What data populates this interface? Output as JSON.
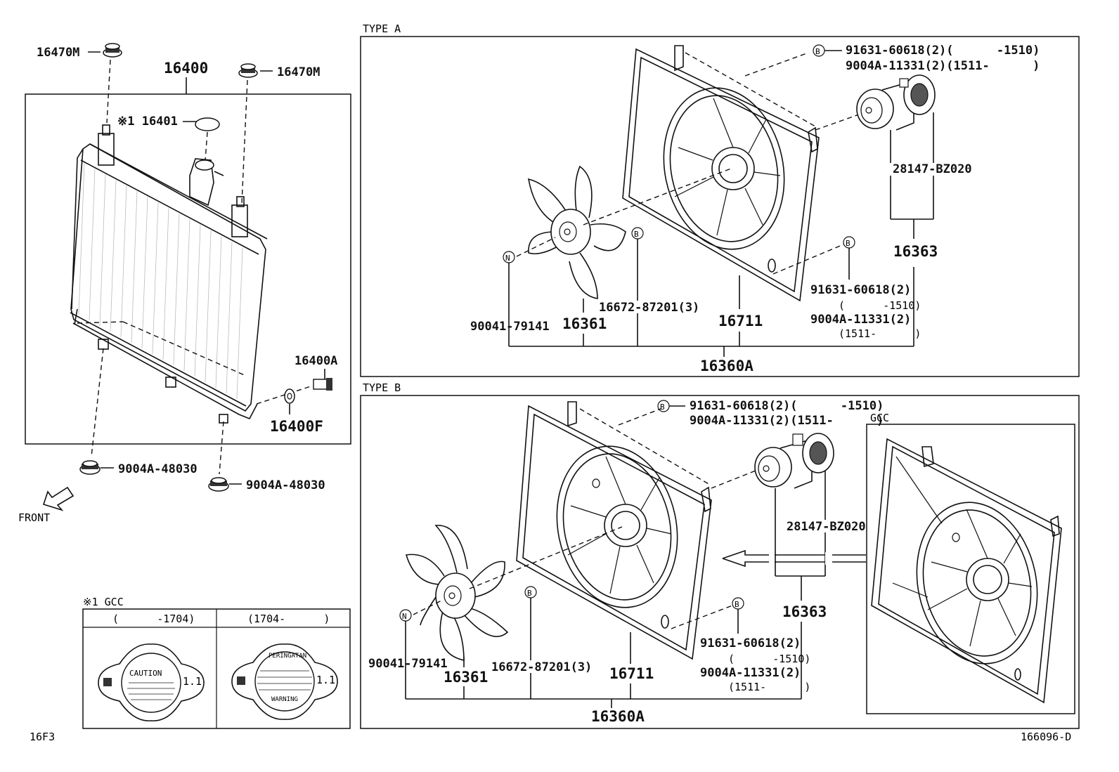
{
  "radiator": {
    "cap_grommet_left": "16470M",
    "cap_grommet_right": "16470M",
    "radiator_assy": "16400",
    "cap_note": "※1 16401",
    "drain_plug": "16400A",
    "gasket": "16400F",
    "cushion_left": "9004A-48030",
    "cushion_right": "9004A-48030",
    "front_label": "FRONT"
  },
  "type_a": {
    "title": "TYPE A",
    "b_top_1": "91631-60618(2)(      -1510)",
    "b_top_2": "9004A-11331(2)(1511-      )",
    "motor": "28147-BZ020",
    "motor_assy": "16363",
    "b_right_1": "91631-60618(2)",
    "b_right_2": "(      -1510)",
    "b_right_3": "9004A-11331(2)",
    "b_right_4": "(1511-      )",
    "nut": "90041-79141",
    "fan": "16361",
    "screw": "16672-87201(3)",
    "shroud": "16711",
    "fan_assy": "16360A"
  },
  "type_b": {
    "title": "TYPE B",
    "b_top_1": "91631-60618(2)(      -1510)",
    "b_top_2": "9004A-11331(2)(1511-      )",
    "gcc": "GCC",
    "motor": "28147-BZ020",
    "motor_assy": "16363",
    "b_right_1": "91631-60618(2)",
    "b_right_2": "(      -1510)",
    "b_right_3": "9004A-11331(2)",
    "b_right_4": "(1511-      )",
    "nut": "90041-79141",
    "fan": "16361",
    "screw": "16672-87201(3)",
    "shroud": "16711",
    "fan_assy": "16360A"
  },
  "cap_table": {
    "title": "※1 GCC",
    "col1": "(      -1704)",
    "col2": "(1704-      )",
    "cap1_text": "CAUTION",
    "cap2_text_top": "PERINGATAN",
    "cap2_text_bottom": "WARNING",
    "pressure": "1.1"
  },
  "footer": {
    "left_code": "16F3",
    "right_code": "166096-D"
  }
}
